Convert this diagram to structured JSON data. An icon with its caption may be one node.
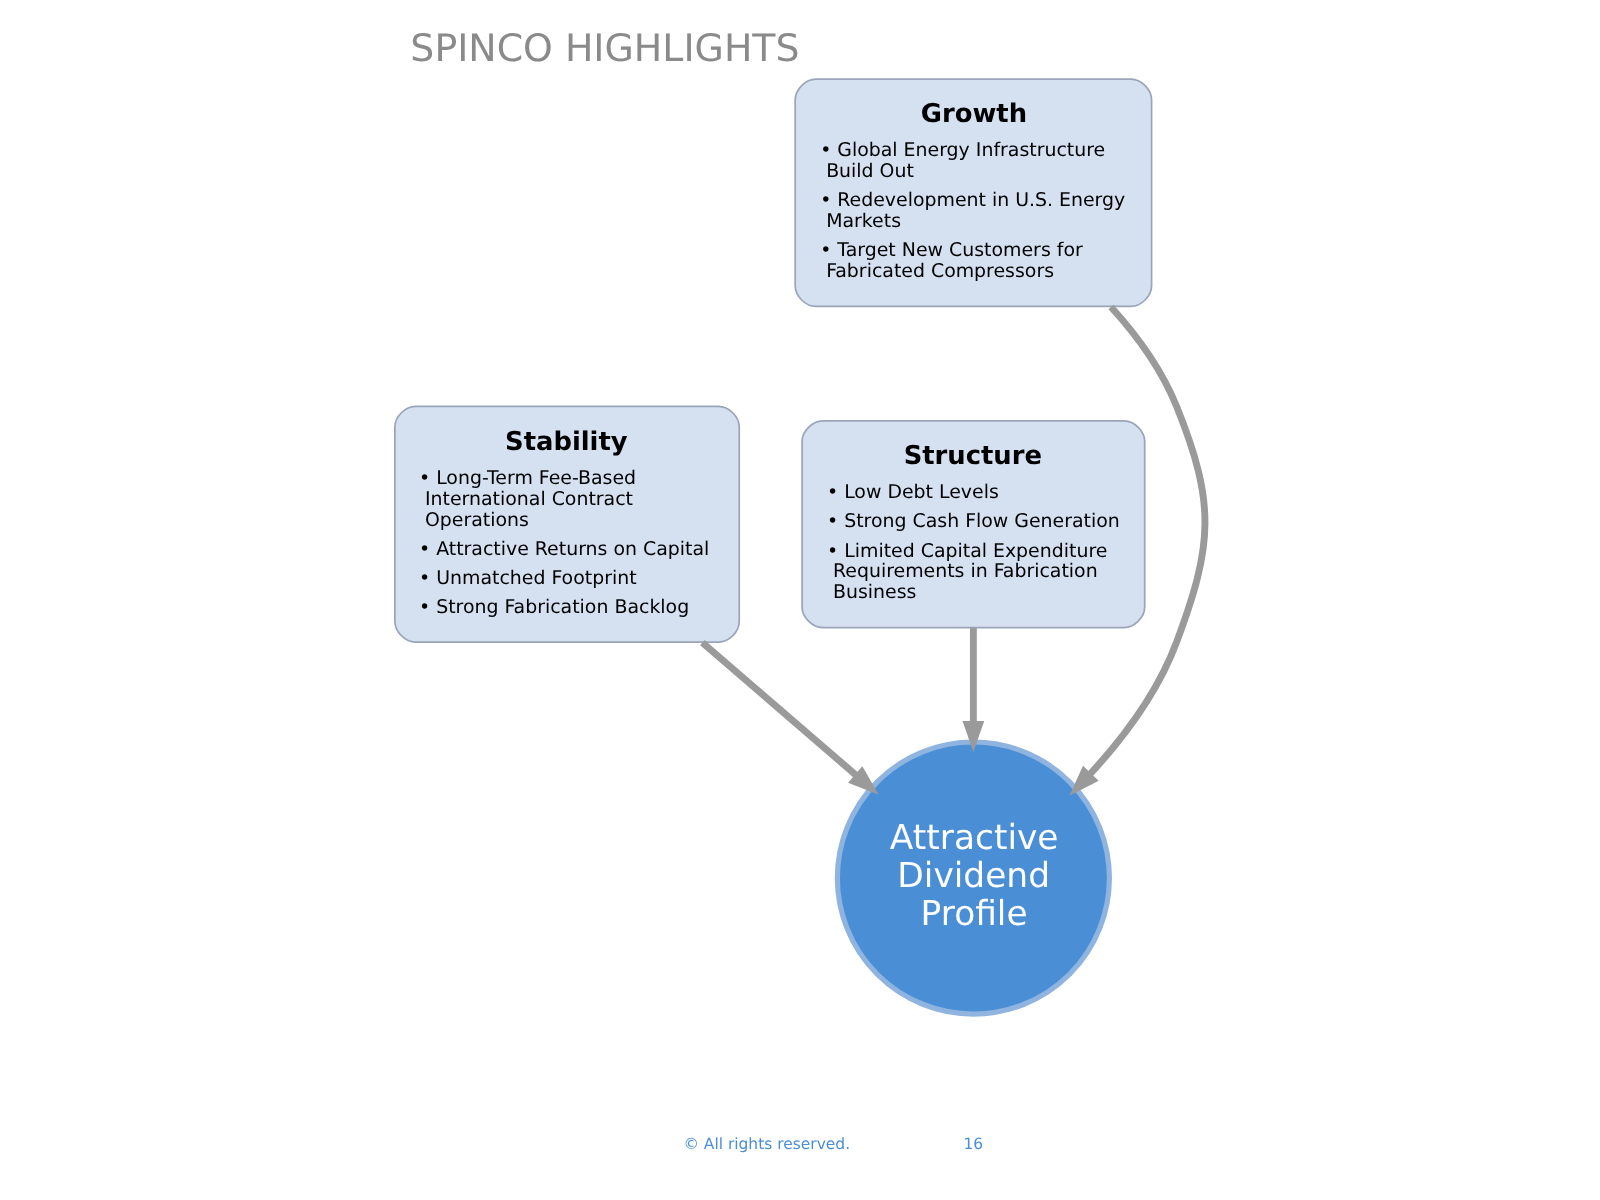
{
  "diagram": {
    "title": "SPINCO HIGHLIGHTS",
    "nodes": [
      {
        "text": [
          "Stability",
          "• Long-Term Fee-Based International Contract Operations",
          "• Attractive Returns on Capital",
          "• Unmatched Footprint",
          "• Strong Fabrication Backlog"
        ]
      },
      {
        "text": [
          "Growth",
          "• Global Energy Infrastructure Build Out",
          "• Redevelopment in U.S. Energy Markets",
          "• Target New Customers for Fabricated Compressors"
        ]
      },
      {
        "text": [
          "Structure",
          "• Low Debt Levels",
          "• Strong Cash Flow Generation",
          "• Limited Capital Expenditure Requirements in Fabrication Business"
        ]
      },
      {
        "text": [
          "Attractive Dividend Profile"
        ]
      }
    ],
    "edges": [
      {
        "from": 0,
        "to": 3,
        "arrow": "to"
      },
      {
        "from": 1,
        "to": 3,
        "arrow": "to"
      },
      {
        "from": 2,
        "to": 3,
        "arrow": "to"
      }
    ],
    "labels": [
      "16",
      "© All rights reserved."
    ]
  }
}
